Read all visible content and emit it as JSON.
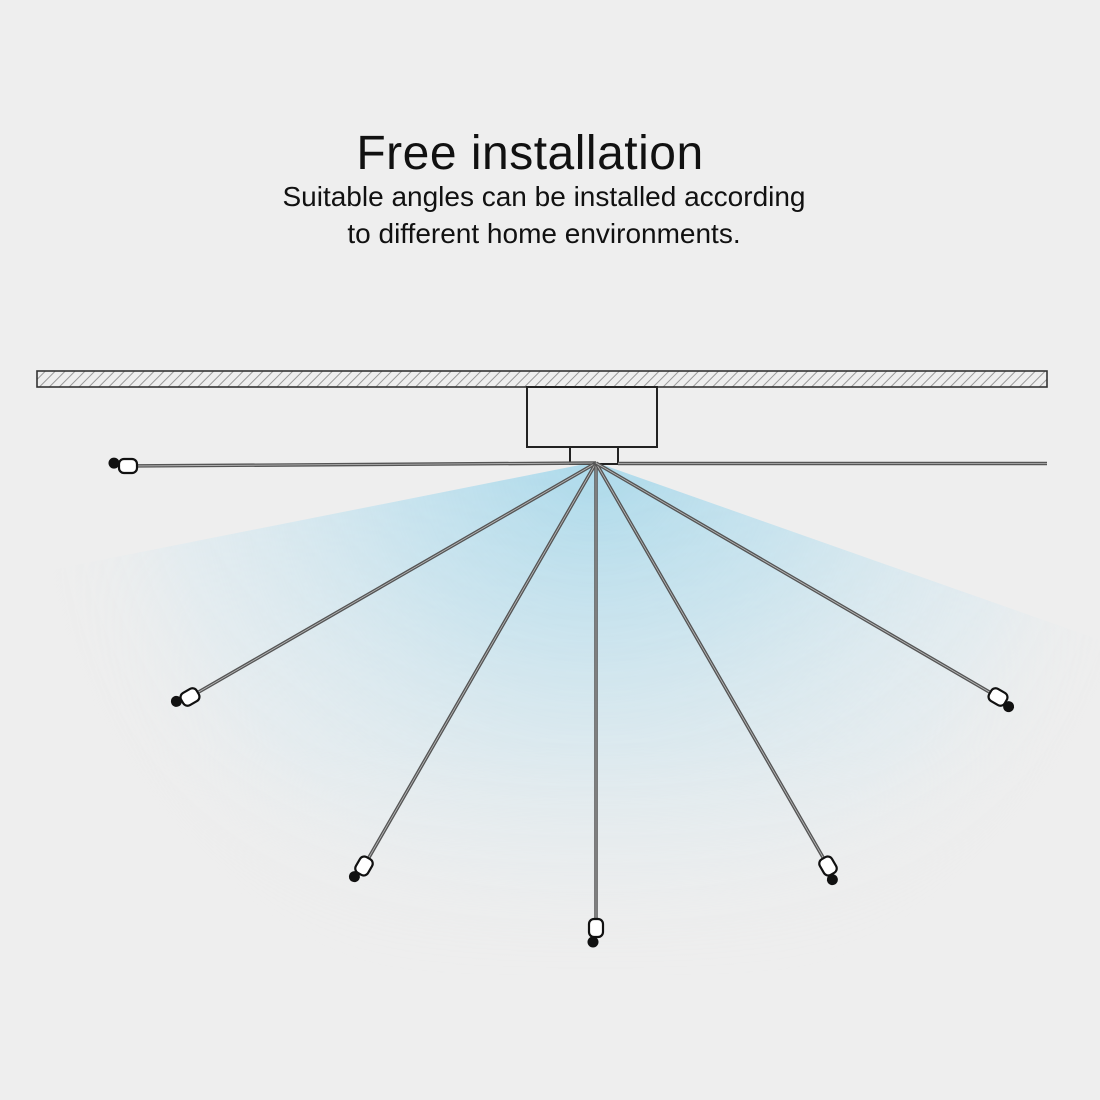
{
  "header": {
    "title": "Free installation",
    "subtitle_line1": "Suitable angles can be installed according",
    "subtitle_line2": "to different home environments."
  },
  "diagram": {
    "angle_positions": 7,
    "colors": {
      "background": "#eeeeee",
      "ceiling_hatch": "#999999",
      "outline": "#222222",
      "rod": "#555555",
      "beam_glow": "#a8d8ea"
    }
  }
}
